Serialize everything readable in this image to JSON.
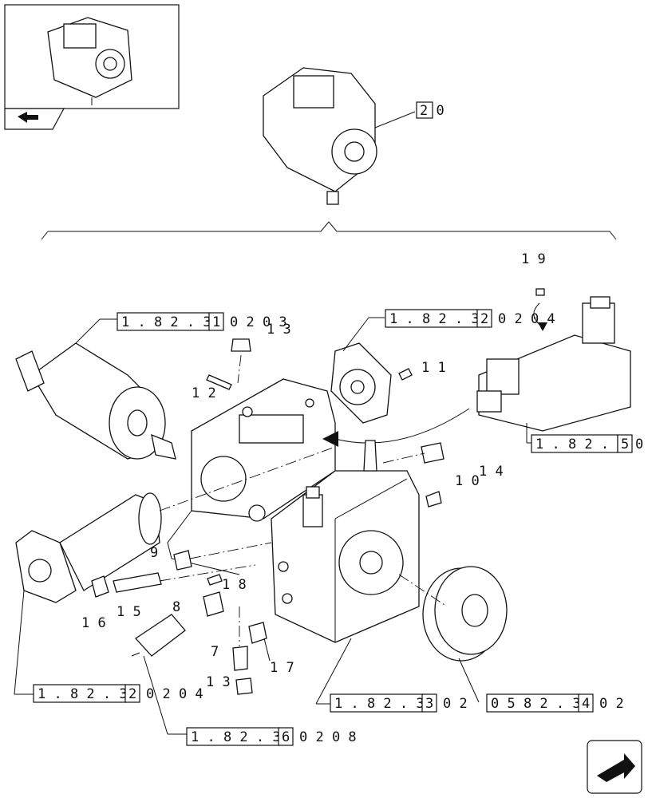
{
  "callouts": {
    "assembly": "2 0",
    "item_19": "1 9",
    "item_13": "1 3",
    "item_12": "1 2",
    "item_11": "1 1",
    "item_14": "1 4",
    "item_10": "1 0",
    "item_9": "9",
    "item_18": "1 8",
    "item_8": "8",
    "item_16": "1 6",
    "item_15": "1 5",
    "item_7": "7",
    "item_17": "1 7",
    "item_13b": "1 3"
  },
  "refs": {
    "r1": {
      "code": "1 . 8 2 . 3",
      "digit": "1",
      "suffix": "0 2   0 3"
    },
    "r2": {
      "code": "1 . 8 2 . 3",
      "digit": "2",
      "suffix": "0 2   0 4"
    },
    "r3": {
      "code": "1 . 8 2 . 3",
      "digit": "5",
      "suffix": "0"
    },
    "r4": {
      "code": "1 . 8 2 . 3",
      "digit": "2",
      "suffix": "0 2   0 4"
    },
    "r5": {
      "code": "1 . 8 2 . 3",
      "digit": "3",
      "suffix": "0 2"
    },
    "r6": {
      "code": "0 5 8 2 . 3",
      "digit": "4",
      "suffix": "0 2"
    },
    "r7": {
      "code": "1 . 8 2 . 3",
      "digit": "6",
      "suffix": "0 2   0 8"
    }
  },
  "icons": {
    "thumbnail": "assembly-thumbnail",
    "back": "back-arrow-icon",
    "next": "next-page-arrow-icon"
  }
}
